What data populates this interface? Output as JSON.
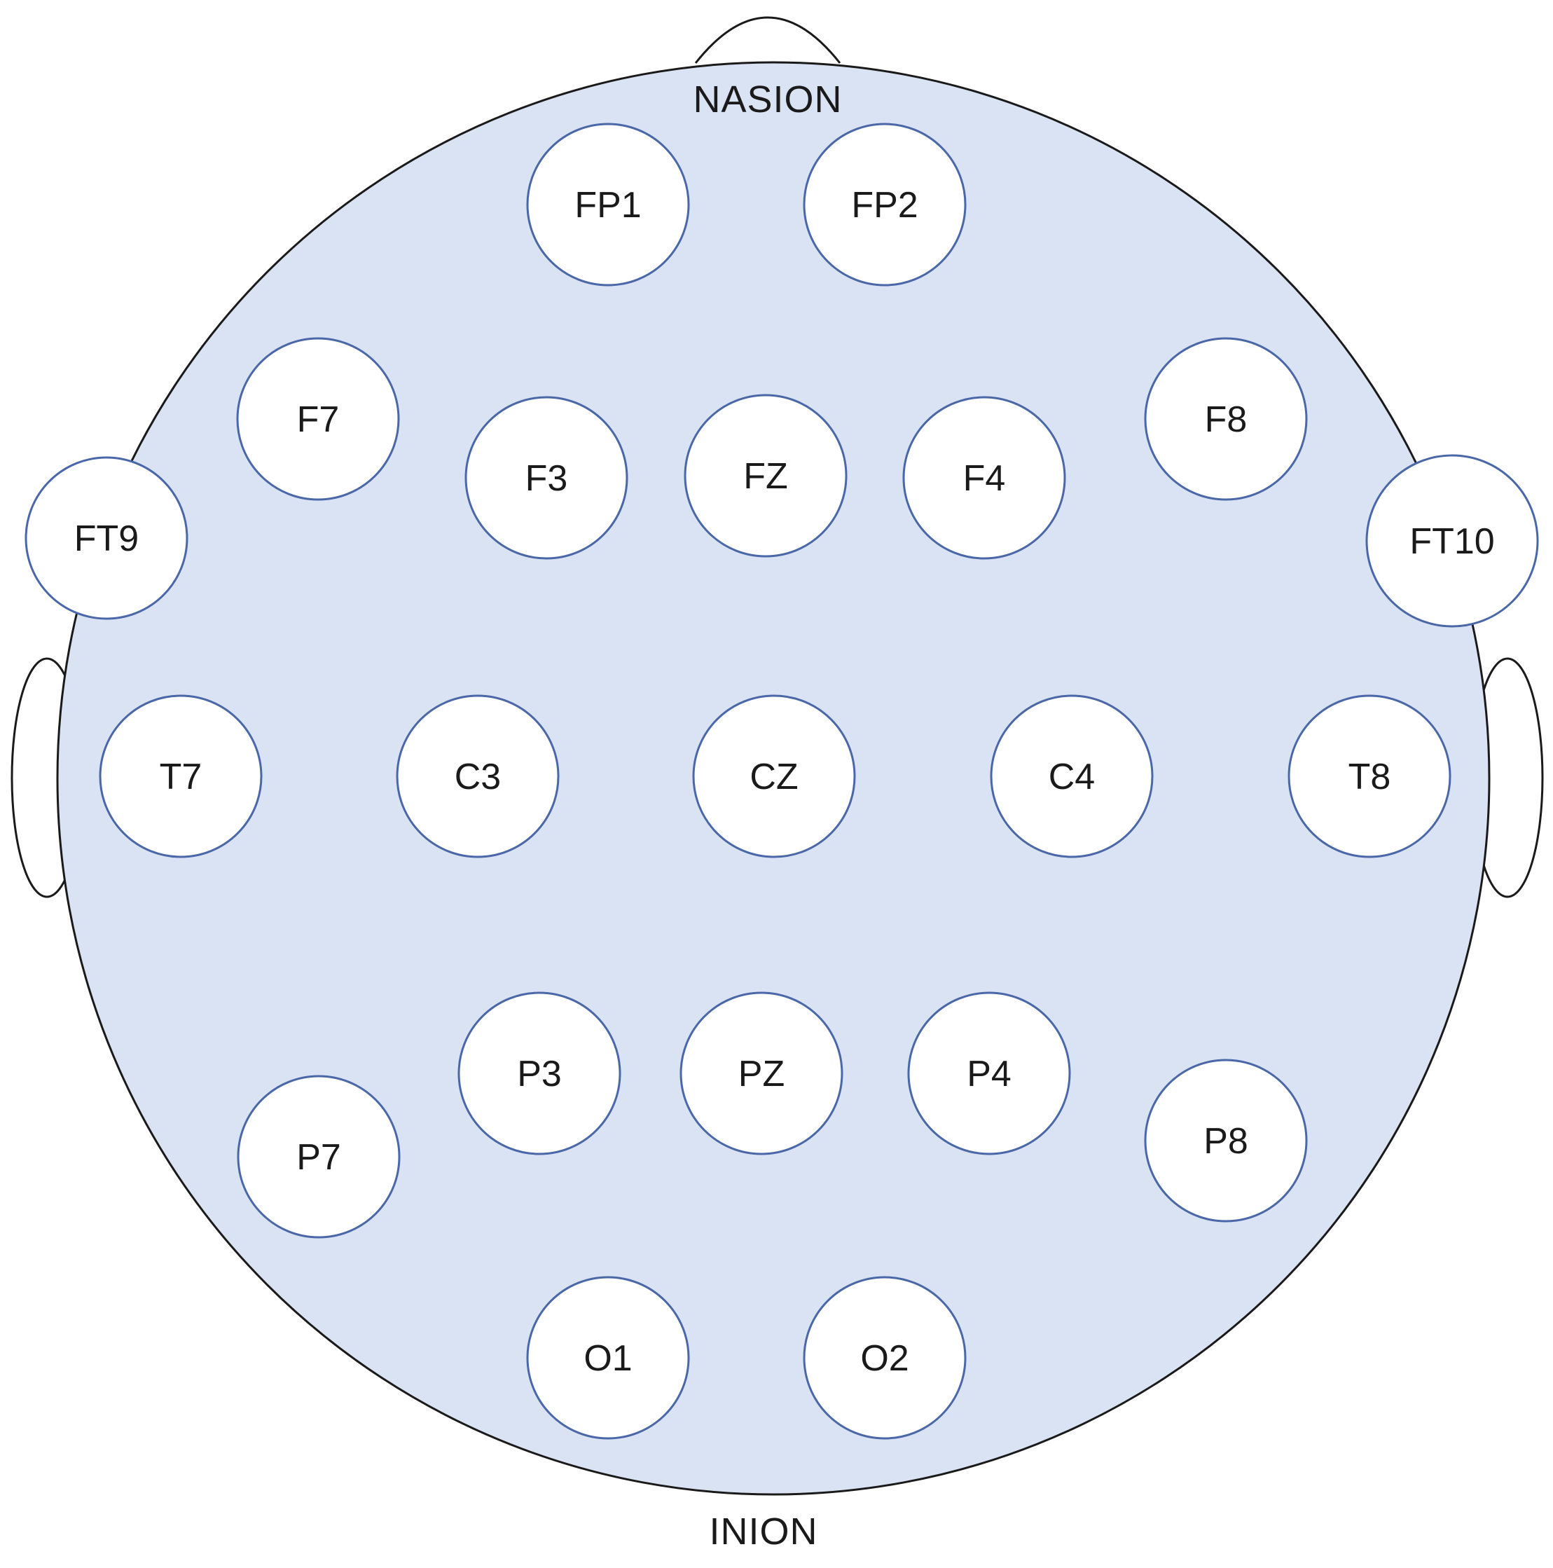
{
  "landmarks": {
    "nasion": "NASION",
    "inion": "INION"
  },
  "colors": {
    "head_fill": "#dae3f3",
    "head_stroke": "#1a1a1a",
    "electrode_fill": "#ffffff",
    "electrode_stroke": "#4a67a8",
    "ear_fill": "#ffffff"
  },
  "electrodes": [
    {
      "id": "fp1",
      "label": "FP1"
    },
    {
      "id": "fp2",
      "label": "FP2"
    },
    {
      "id": "f7",
      "label": "F7"
    },
    {
      "id": "f3",
      "label": "F3"
    },
    {
      "id": "fz",
      "label": "FZ"
    },
    {
      "id": "f4",
      "label": "F4"
    },
    {
      "id": "f8",
      "label": "F8"
    },
    {
      "id": "ft9",
      "label": "FT9"
    },
    {
      "id": "ft10",
      "label": "FT10"
    },
    {
      "id": "t7",
      "label": "T7"
    },
    {
      "id": "c3",
      "label": "C3"
    },
    {
      "id": "cz",
      "label": "CZ"
    },
    {
      "id": "c4",
      "label": "C4"
    },
    {
      "id": "t8",
      "label": "T8"
    },
    {
      "id": "p3",
      "label": "P3"
    },
    {
      "id": "pz",
      "label": "PZ"
    },
    {
      "id": "p4",
      "label": "P4"
    },
    {
      "id": "p7",
      "label": "P7"
    },
    {
      "id": "p8",
      "label": "P8"
    },
    {
      "id": "o1",
      "label": "O1"
    },
    {
      "id": "o2",
      "label": "O2"
    }
  ]
}
